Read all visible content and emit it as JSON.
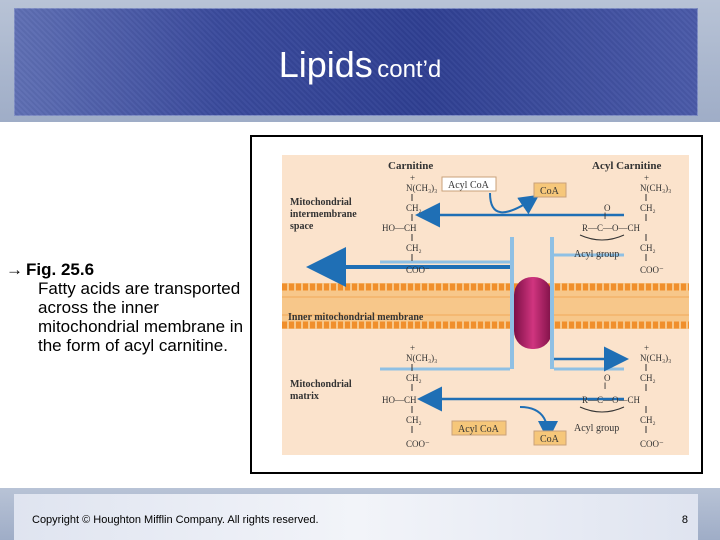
{
  "slide": {
    "title_main": "Lipids",
    "title_sub": "cont’d",
    "bullet_head": "Fig. 25.6",
    "bullet_body": "Fatty acids are transported across the inner mitochondrial membrane in the form of acyl carnitine.",
    "copyright": "Copyright © Houghton Mifflin Company. All rights reserved.",
    "page_number": "8"
  },
  "figure": {
    "label_carnitine": "Carnitine",
    "label_acyl_carnitine": "Acyl Carnitine",
    "label_acyl_coa_top": "Acyl CoA",
    "label_coa_top": "CoA",
    "label_intermembrane": [
      "Mitochondrial",
      "intermembrane",
      "space"
    ],
    "label_inner_membrane": "Inner mitochondrial membrane",
    "label_matrix": [
      "Mitochondrial",
      "matrix"
    ],
    "label_acyl_group_top": "Acyl group",
    "label_acyl_group_bottom": "Acyl group",
    "label_acyl_coa_bottom": "Acyl CoA",
    "label_coa_bottom": "CoA",
    "colors": {
      "arrow": "#1f6fb5",
      "protein": "#b0246c",
      "background": "#fbe3cc",
      "membrane": "#f2a94a"
    }
  }
}
